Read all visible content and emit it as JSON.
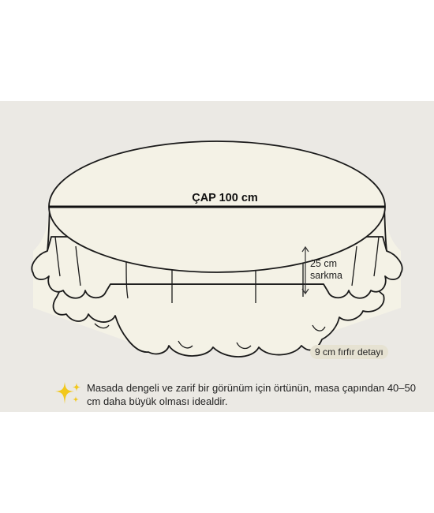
{
  "diagram": {
    "diameter_label": "ÇAP 100 cm",
    "drop_label_line1": "25 cm",
    "drop_label_line2": "sarkma",
    "ruffle_label": "9 cm fırfır detayı",
    "tip_text": "Masada dengeli ve zarif bir görünüm için örtünün, masa çapından 40–50 cm daha büyük olması idealdir."
  },
  "colors": {
    "background": "#ebe9e4",
    "cloth_fill": "#f4f2e6",
    "outline": "#1a1a1a",
    "sparkle": "#f2c81c",
    "badge": "#e6e2d2"
  },
  "icons": [
    "sparkle-icon",
    "double-arrow-icon"
  ]
}
